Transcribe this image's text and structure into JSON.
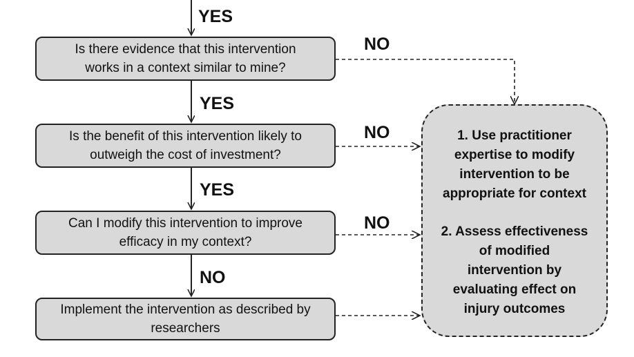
{
  "questions": [
    {
      "line1": "Is there evidence that this intervention",
      "line2": "works in a context similar to mine?"
    },
    {
      "line1": "Is the benefit of this intervention likely to",
      "line2": "outweigh the cost of investment?"
    },
    {
      "line1": "Can I modify this intervention to improve",
      "line2": "efficacy in my context?"
    }
  ],
  "final": {
    "line1": "Implement the intervention as described by",
    "line2": "researchers"
  },
  "down_labels": [
    "YES",
    "YES",
    "YES",
    "NO"
  ],
  "right_labels": [
    "NO",
    "NO",
    "NO"
  ],
  "outcome": {
    "step1": "1. Use practitioner expertise to modify intervention to be appropriate for context",
    "step2": "2. Assess effectiveness of modified intervention by evaluating effect on injury outcomes"
  }
}
